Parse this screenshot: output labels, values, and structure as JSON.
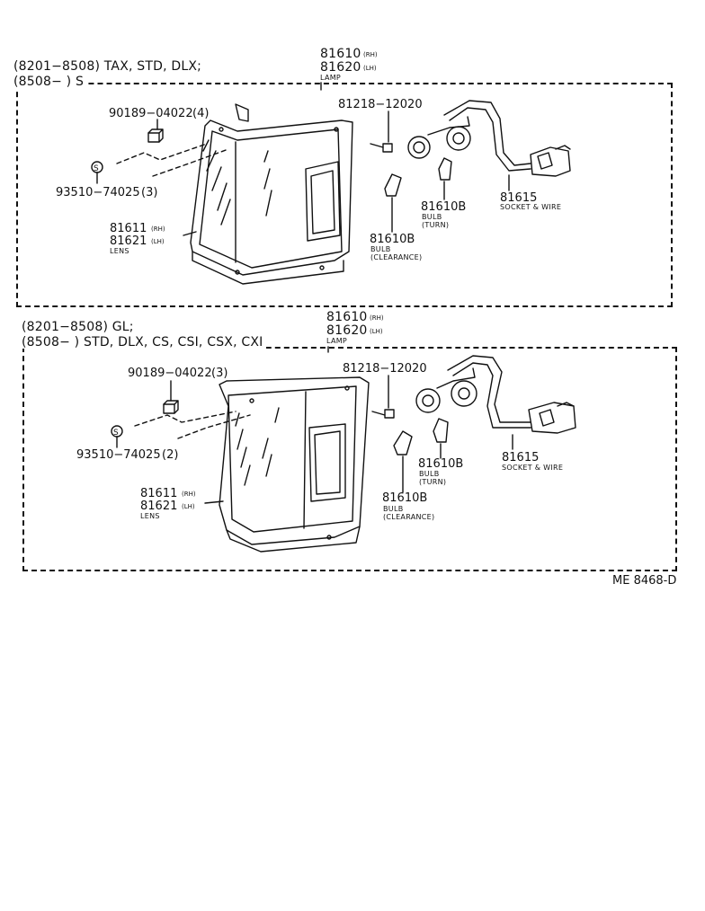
{
  "diagram_code": "ME 8468-D",
  "sections": [
    {
      "header_line1": "(8201−8508) TAX, STD, DLX;",
      "header_line2": "(8508−        ) S",
      "lamp": {
        "pn_rh": "81610",
        "rh": "(RH)",
        "pn_lh": "81620",
        "lh": "(LH)",
        "label": "LAMP"
      },
      "screw_top": {
        "pn": "90189−04022",
        "qty": "(4)"
      },
      "screw_s": {
        "symbol": "S",
        "pn": "93510−74025",
        "qty": "(3)"
      },
      "screw_bulb": {
        "pn": "81218−12020"
      },
      "lens": {
        "pn_rh": "81611",
        "rh": "(RH)",
        "pn_lh": "81621",
        "lh": "(LH)",
        "label": "LENS"
      },
      "bulb_turn": {
        "pn": "81610B",
        "label1": "BULB",
        "label2": "(TURN)"
      },
      "bulb_clear": {
        "pn": "81610B",
        "label1": "BULB",
        "label2": "(CLEARANCE)"
      },
      "socket": {
        "pn": "81615",
        "label": "SOCKET & WIRE"
      }
    },
    {
      "header_line1": "(8201−8508) GL;",
      "header_line2": "(8508−        ) STD, DLX, CS, CSI, CSX, CXI",
      "lamp": {
        "pn_rh": "81610",
        "rh": "(RH)",
        "pn_lh": "81620",
        "lh": "(LH)",
        "label": "LAMP"
      },
      "screw_top": {
        "pn": "90189−04022",
        "qty": "(3)"
      },
      "screw_s": {
        "symbol": "S",
        "pn": "93510−74025",
        "qty": "(2)"
      },
      "screw_bulb": {
        "pn": "81218−12020"
      },
      "lens": {
        "pn_rh": "81611",
        "rh": "(RH)",
        "pn_lh": "81621",
        "lh": "(LH)",
        "label": "LENS"
      },
      "bulb_turn": {
        "pn": "81610B",
        "label1": "BULB",
        "label2": "(TURN)"
      },
      "bulb_clear": {
        "pn": "81610B",
        "label1": "BULB",
        "label2": "(CLEARANCE)"
      },
      "socket": {
        "pn": "81615",
        "label": "SOCKET & WIRE"
      }
    }
  ]
}
